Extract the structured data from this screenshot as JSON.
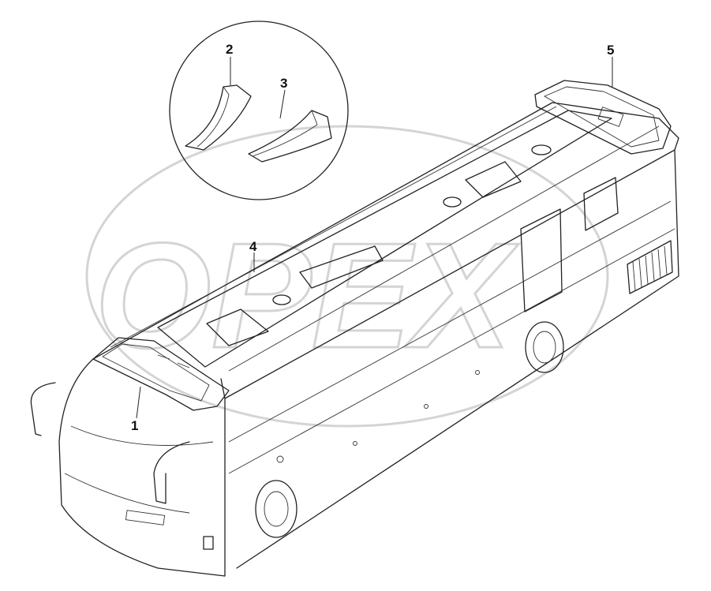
{
  "diagram": {
    "callouts": [
      {
        "id": "1",
        "label": "1"
      },
      {
        "id": "2",
        "label": "2"
      },
      {
        "id": "3",
        "label": "3"
      },
      {
        "id": "4",
        "label": "4"
      },
      {
        "id": "5",
        "label": "5"
      }
    ],
    "watermark": {
      "text": "OPEX"
    },
    "colors": {
      "line": "#222222",
      "watermark": "#d4d4d4",
      "background": "#ffffff"
    }
  }
}
